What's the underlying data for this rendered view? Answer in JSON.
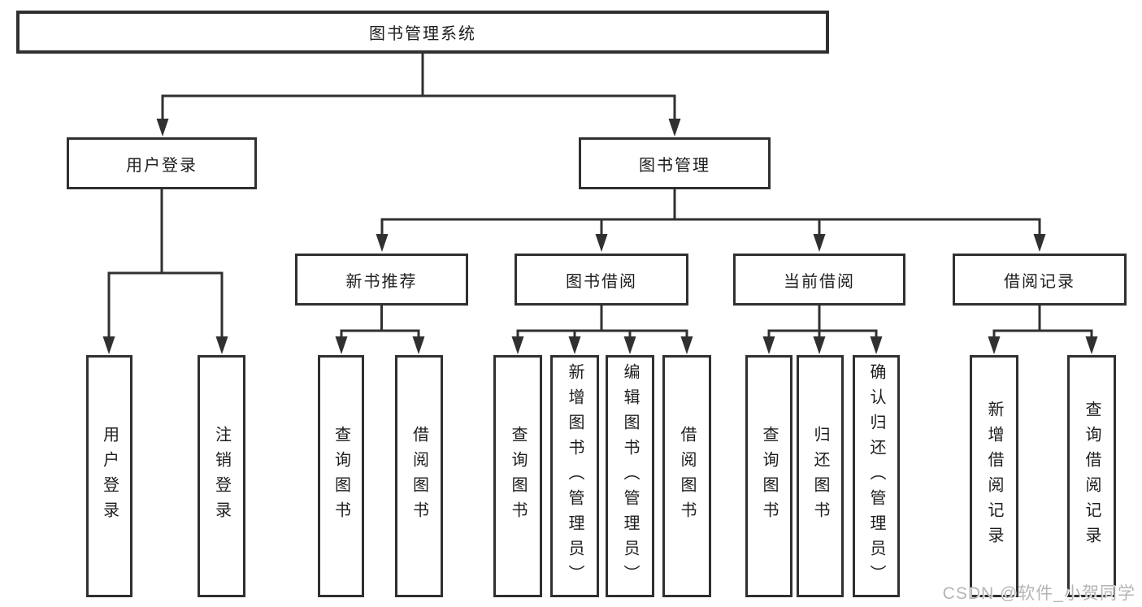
{
  "diagram": {
    "nodes": {
      "root": "图书管理系统",
      "user_login": "用户登录",
      "book_mgmt": "图书管理",
      "ul_login": "用户登录",
      "ul_logout": "注销登录",
      "new_rec": "新书推荐",
      "borrow": "图书借阅",
      "current": "当前借阅",
      "records": "借阅记录",
      "nr_query": "查询图书",
      "nr_borrow": "借阅图书",
      "bb_query": "查询图书",
      "bb_add": "新增图书（管理员）",
      "bb_edit": "编辑图书（管理员）",
      "bb_borrow": "借阅图书",
      "cb_query": "查询图书",
      "cb_return": "归还图书",
      "cb_confirm": "确认归还（管理员）",
      "rec_add": "新增借阅记录",
      "rec_query": "查询借阅记录"
    }
  },
  "watermark": {
    "text": "CSDN @软件_小贺同学",
    "color": "#b5b5b5"
  },
  "colors": {
    "line": "#303030",
    "box_border": "#303030",
    "text": "#1d1d1d",
    "background": "#ffffff"
  }
}
